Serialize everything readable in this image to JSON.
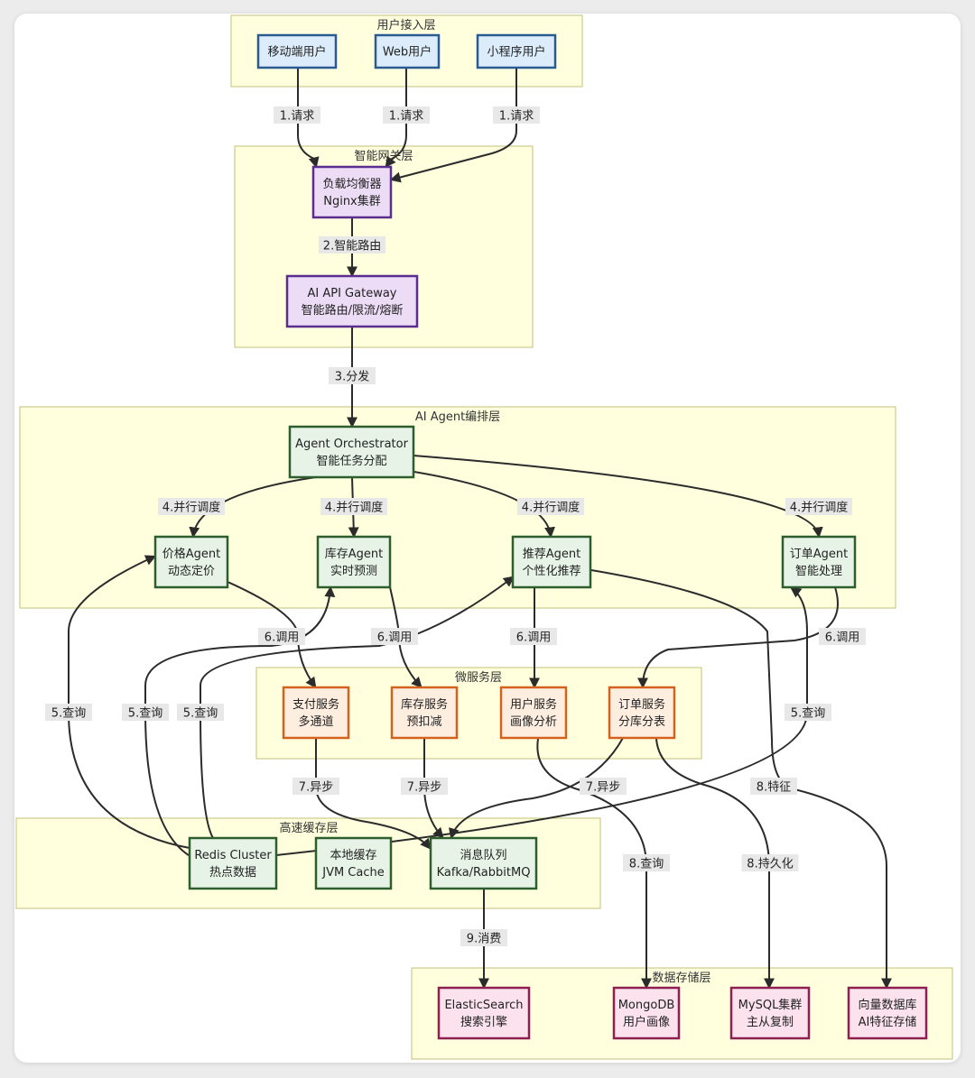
{
  "colors": {
    "user": {
      "fill": "#dcecfb",
      "stroke": "#2a5a92"
    },
    "gateway": {
      "fill": "#ecdcf6",
      "stroke": "#5b2d8e"
    },
    "agent": {
      "fill": "#e6f3e6",
      "stroke": "#2e5e2e"
    },
    "service": {
      "fill": "#fdeee0",
      "stroke": "#d2621e"
    },
    "cache": {
      "fill": "#e6f3e6",
      "stroke": "#2e5e2e"
    },
    "storage": {
      "fill": "#fbe2ec",
      "stroke": "#8e1f52"
    }
  },
  "layers": [
    {
      "id": "user",
      "title": "用户接入层"
    },
    {
      "id": "gateway",
      "title": "智能网关层"
    },
    {
      "id": "agent",
      "title": "AI Agent编排层"
    },
    {
      "id": "service",
      "title": "微服务层"
    },
    {
      "id": "cache",
      "title": "高速缓存层"
    },
    {
      "id": "storage",
      "title": "数据存储层"
    }
  ],
  "nodes": [
    {
      "id": "mobile",
      "group": "user",
      "lines": [
        "移动端用户"
      ]
    },
    {
      "id": "web",
      "group": "user",
      "lines": [
        "Web用户"
      ]
    },
    {
      "id": "mini",
      "group": "user",
      "lines": [
        "小程序用户"
      ]
    },
    {
      "id": "lb",
      "group": "gateway",
      "lines": [
        "负载均衡器",
        "Nginx集群"
      ]
    },
    {
      "id": "gw",
      "group": "gateway",
      "lines": [
        "AI API Gateway",
        "智能路由/限流/熔断"
      ]
    },
    {
      "id": "orch",
      "group": "agent",
      "lines": [
        "Agent Orchestrator",
        "智能任务分配"
      ]
    },
    {
      "id": "price",
      "group": "agent",
      "lines": [
        "价格Agent",
        "动态定价"
      ]
    },
    {
      "id": "stock",
      "group": "agent",
      "lines": [
        "库存Agent",
        "实时预测"
      ]
    },
    {
      "id": "rec",
      "group": "agent",
      "lines": [
        "推荐Agent",
        "个性化推荐"
      ]
    },
    {
      "id": "order",
      "group": "agent",
      "lines": [
        "订单Agent",
        "智能处理"
      ]
    },
    {
      "id": "pay",
      "group": "service",
      "lines": [
        "支付服务",
        "多通道"
      ]
    },
    {
      "id": "stocksvc",
      "group": "service",
      "lines": [
        "库存服务",
        "预扣减"
      ]
    },
    {
      "id": "usersvc",
      "group": "service",
      "lines": [
        "用户服务",
        "画像分析"
      ]
    },
    {
      "id": "ordersvc",
      "group": "service",
      "lines": [
        "订单服务",
        "分库分表"
      ]
    },
    {
      "id": "redis",
      "group": "cache",
      "lines": [
        "Redis Cluster",
        "热点数据"
      ]
    },
    {
      "id": "local",
      "group": "cache",
      "lines": [
        "本地缓存",
        "JVM Cache"
      ]
    },
    {
      "id": "mq",
      "group": "cache",
      "lines": [
        "消息队列",
        "Kafka/RabbitMQ"
      ]
    },
    {
      "id": "es",
      "group": "storage",
      "lines": [
        "ElasticSearch",
        "搜索引擎"
      ]
    },
    {
      "id": "mongo",
      "group": "storage",
      "lines": [
        "MongoDB",
        "用户画像"
      ]
    },
    {
      "id": "mysql",
      "group": "storage",
      "lines": [
        "MySQL集群",
        "主从复制"
      ]
    },
    {
      "id": "vec",
      "group": "storage",
      "lines": [
        "向量数据库",
        "AI特征存储"
      ]
    }
  ],
  "edges": [
    {
      "id": "e1a",
      "label": "1.请求"
    },
    {
      "id": "e1b",
      "label": "1.请求"
    },
    {
      "id": "e1c",
      "label": "1.请求"
    },
    {
      "id": "e2",
      "label": "2.智能路由"
    },
    {
      "id": "e3",
      "label": "3.分发"
    },
    {
      "id": "e4a",
      "label": "4.并行调度"
    },
    {
      "id": "e4b",
      "label": "4.并行调度"
    },
    {
      "id": "e4c",
      "label": "4.并行调度"
    },
    {
      "id": "e4d",
      "label": "4.并行调度"
    },
    {
      "id": "e5a",
      "label": "5.查询"
    },
    {
      "id": "e5b",
      "label": "5.查询"
    },
    {
      "id": "e5c",
      "label": "5.查询"
    },
    {
      "id": "e5d",
      "label": "5.查询"
    },
    {
      "id": "e6a",
      "label": "6.调用"
    },
    {
      "id": "e6b",
      "label": "6.调用"
    },
    {
      "id": "e6c",
      "label": "6.调用"
    },
    {
      "id": "e6d",
      "label": "6.调用"
    },
    {
      "id": "e7a",
      "label": "7.异步"
    },
    {
      "id": "e7b",
      "label": "7.异步"
    },
    {
      "id": "e7c",
      "label": "7.异步"
    },
    {
      "id": "e8a",
      "label": "8.查询"
    },
    {
      "id": "e8b",
      "label": "8.持久化"
    },
    {
      "id": "e8c",
      "label": "8.特征"
    },
    {
      "id": "e9",
      "label": "9.消费"
    }
  ]
}
